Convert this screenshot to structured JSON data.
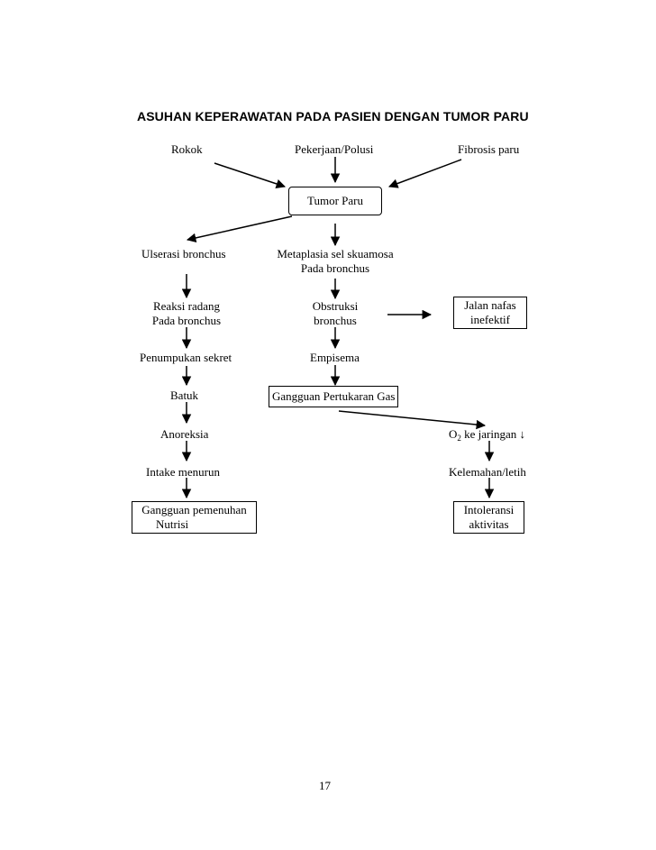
{
  "title": "ASUHAN KEPERAWATAN PADA PASIEN DENGAN TUMOR PARU",
  "nodes": {
    "rokok": "Rokok",
    "pekerjaan": "Pekerjaan/Polusi",
    "fibrosis": "Fibrosis paru",
    "tumor": "Tumor Paru",
    "ulserasi": "Ulserasi bronchus",
    "metaplasia_1": "Metaplasia sel skuamosa",
    "metaplasia_2": "Pada bronchus",
    "reaksi_1": "Reaksi radang",
    "reaksi_2": "Pada bronchus",
    "obstruksi_1": "Obstruksi",
    "obstruksi_2": "bronchus",
    "jalan_1": "Jalan nafas",
    "jalan_2": "inefektif",
    "penumpukan": "Penumpukan sekret",
    "empisema": "Empisema",
    "batuk": "Batuk",
    "gangguan_gas": "Gangguan Pertukaran Gas",
    "anoreksia": "Anoreksia",
    "o2_prefix": "O",
    "o2_sub": "2",
    "o2_suffix": " ke jaringan ↓",
    "intake": "Intake menurun",
    "kelemahan": "Kelemahan/letih",
    "nutrisi_1": "Gangguan pemenuhan",
    "nutrisi_2": "Nutrisi",
    "intoleransi_1": "Intoleransi",
    "intoleransi_2": "aktivitas"
  },
  "page_number": "17"
}
